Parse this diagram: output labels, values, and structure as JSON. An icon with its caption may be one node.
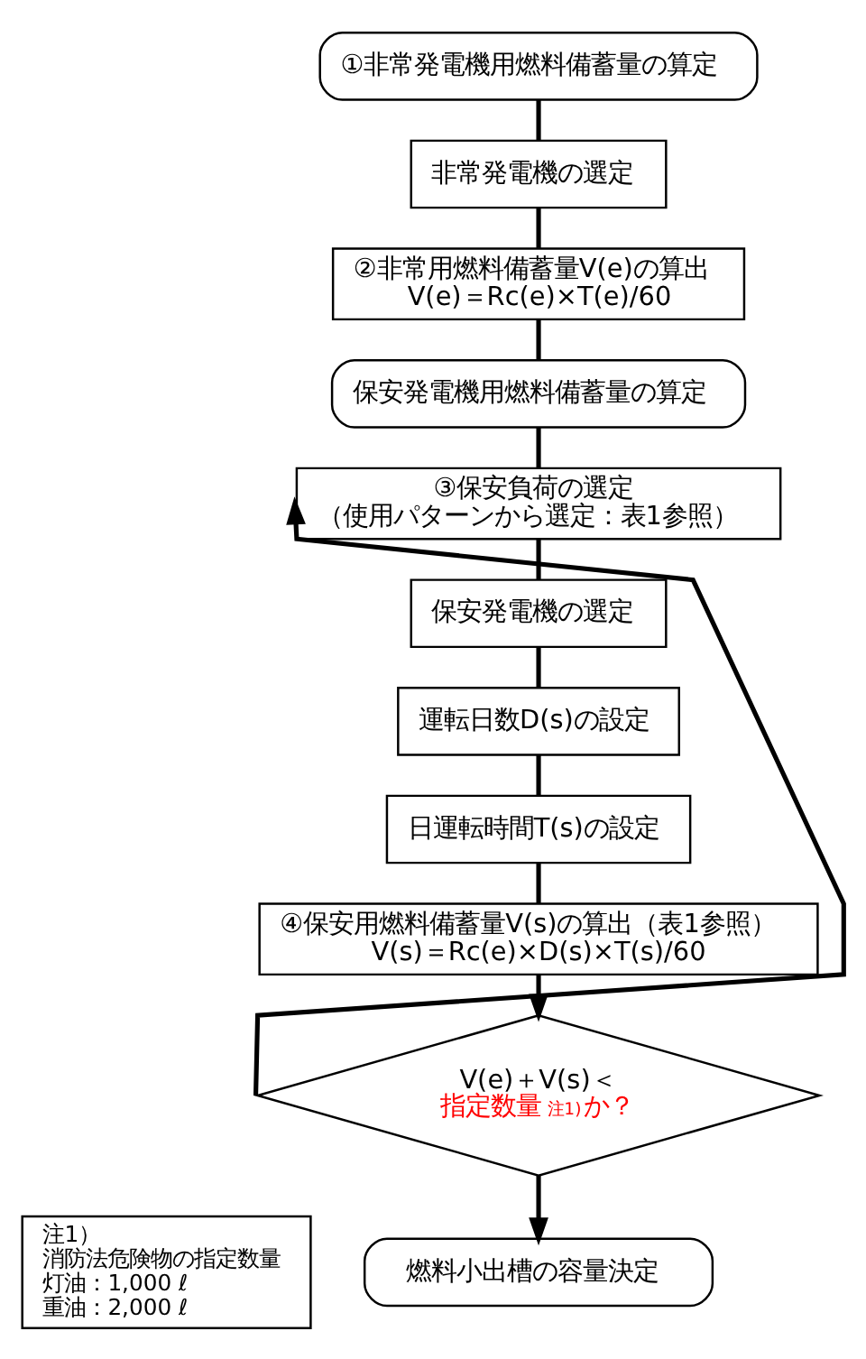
{
  "diagram": {
    "nodes": [
      {
        "text": [
          "①非常発電機用燃料備蓄量の算定"
        ]
      },
      {
        "text": [
          "非常発電機の選定"
        ]
      },
      {
        "text": [
          "②非常用燃料備蓄量V(e)の算出",
          "V(e)＝Rc(e)×T(e)/60"
        ]
      },
      {
        "text": [
          "保安発電機用燃料備蓄量の算定"
        ]
      },
      {
        "text": [
          "③保安負荷の選定",
          "（使用パターンから選定：表1参照）"
        ]
      },
      {
        "text": [
          "保安発電機の選定"
        ]
      },
      {
        "text": [
          "運転日数D(s)の設定"
        ]
      },
      {
        "text": [
          "日運転時間T(s)の設定"
        ]
      },
      {
        "text": [
          "④保安用燃料備蓄量V(s)の算出（表1参照）",
          "V(s)＝Rc(e)×D(s)×T(s)/60"
        ]
      },
      {
        "text": [
          "V(e)＋V(s)＜",
          "指定数量$^{注1)}$か？"
        ]
      },
      {
        "text": [
          "燃料小出槽の容量決定"
        ]
      },
      {
        "text": [
          "注1）",
          "消防法危険物の指定数量",
          "灯油：1,000 ℓ",
          "重油：2,000 ℓ"
        ]
      }
    ],
    "edges": [
      {
        "from": 0,
        "to": 1,
        "arrow": "none"
      },
      {
        "from": 1,
        "to": 2,
        "arrow": "none"
      },
      {
        "from": 2,
        "to": 3,
        "arrow": "none"
      },
      {
        "from": 3,
        "to": 4,
        "arrow": "none"
      },
      {
        "from": 4,
        "to": 5,
        "arrow": "none"
      },
      {
        "from": 5,
        "to": 6,
        "arrow": "none"
      },
      {
        "from": 6,
        "to": 7,
        "arrow": "none"
      },
      {
        "from": 7,
        "to": 8,
        "arrow": "none"
      },
      {
        "from": 8,
        "to": 9,
        "arrow": "to"
      },
      {
        "from": 9,
        "to": 10,
        "arrow": "to"
      },
      {
        "from": 9,
        "to": 4,
        "arrow": "to"
      }
    ]
  }
}
